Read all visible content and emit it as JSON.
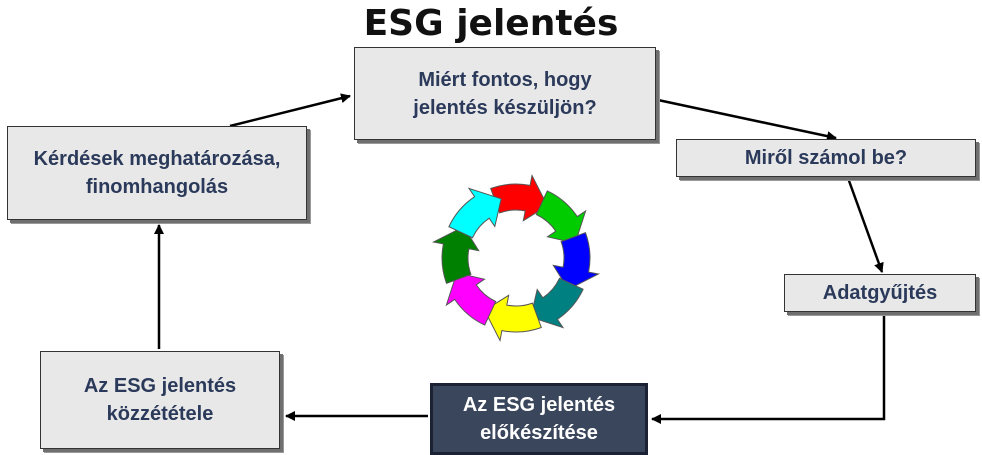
{
  "title": "ESG jelentés",
  "boxes": {
    "why": {
      "lines": [
        "Miért fontos, hogy",
        "jelentés készüljön?"
      ]
    },
    "what": {
      "lines": [
        "Miről számol be?"
      ]
    },
    "data": {
      "lines": [
        "Adatgyűjtés"
      ]
    },
    "prepare": {
      "lines": [
        "Az ESG jelentés",
        "előkészítése"
      ]
    },
    "publish": {
      "lines": [
        "Az ESG jelentés",
        "közzététele"
      ]
    },
    "questions": {
      "lines": [
        "Kérdések meghatározása,",
        "finomhangolás"
      ]
    }
  },
  "colors": {
    "box_fill": "#e8e8e8",
    "box_text": "#2b3a5a",
    "highlight_fill": "#3a465c",
    "highlight_text": "#ffffff",
    "cycle": [
      "#ff0000",
      "#00cc00",
      "#0000ff",
      "#008080",
      "#ffff00",
      "#ff00ff",
      "#008000",
      "#00ffff"
    ]
  },
  "center_graphic": "circular-arrows-cycle-icon"
}
